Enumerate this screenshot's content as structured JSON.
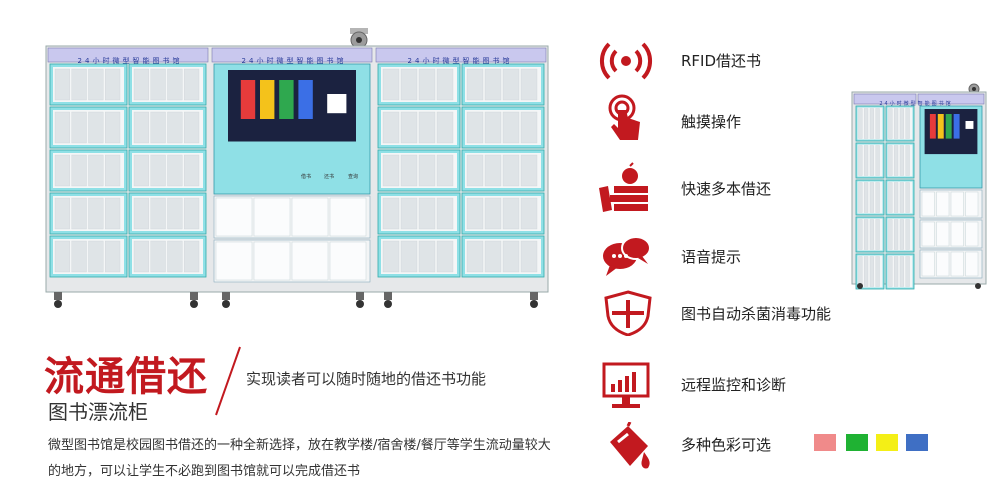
{
  "cabinet": {
    "header_text": "24小时微型智能图书馆",
    "screen_btn_left": "借书",
    "screen_btn_mid": "还书",
    "screen_btn_right": "查询"
  },
  "features": [
    {
      "icon": "rfid-signal-icon",
      "label": "RFID借还书"
    },
    {
      "icon": "touch-hand-icon",
      "label": "触摸操作"
    },
    {
      "icon": "books-apple-icon",
      "label": "快速多本借还"
    },
    {
      "icon": "speech-bubbles-icon",
      "label": "语音提示"
    },
    {
      "icon": "shield-cross-icon",
      "label": "图书自动杀菌消毒功能"
    },
    {
      "icon": "monitor-chart-icon",
      "label": "远程监控和诊断"
    },
    {
      "icon": "paint-bucket-icon",
      "label": "多种色彩可选"
    }
  ],
  "colors": {
    "accent": "#c2191f",
    "cabinet_frame": "#d9dde0",
    "cabinet_panel": "#8fe0e6",
    "header_strip": "#c9c8ee",
    "options": [
      "#f08a8a",
      "#1fb233",
      "#f4ef16",
      "#3f6fc4"
    ]
  },
  "promo": {
    "headline": "流通借还",
    "subheadline": "图书漂流柜",
    "tagline": "实现读者可以随时随地的借还书功能",
    "description": "微型图书馆是校园图书借还的一种全新选择，放在教学楼/宿舍楼/餐厅等学生流动量较大的地方，可以让学生不必跑到图书馆就可以完成借还书"
  }
}
